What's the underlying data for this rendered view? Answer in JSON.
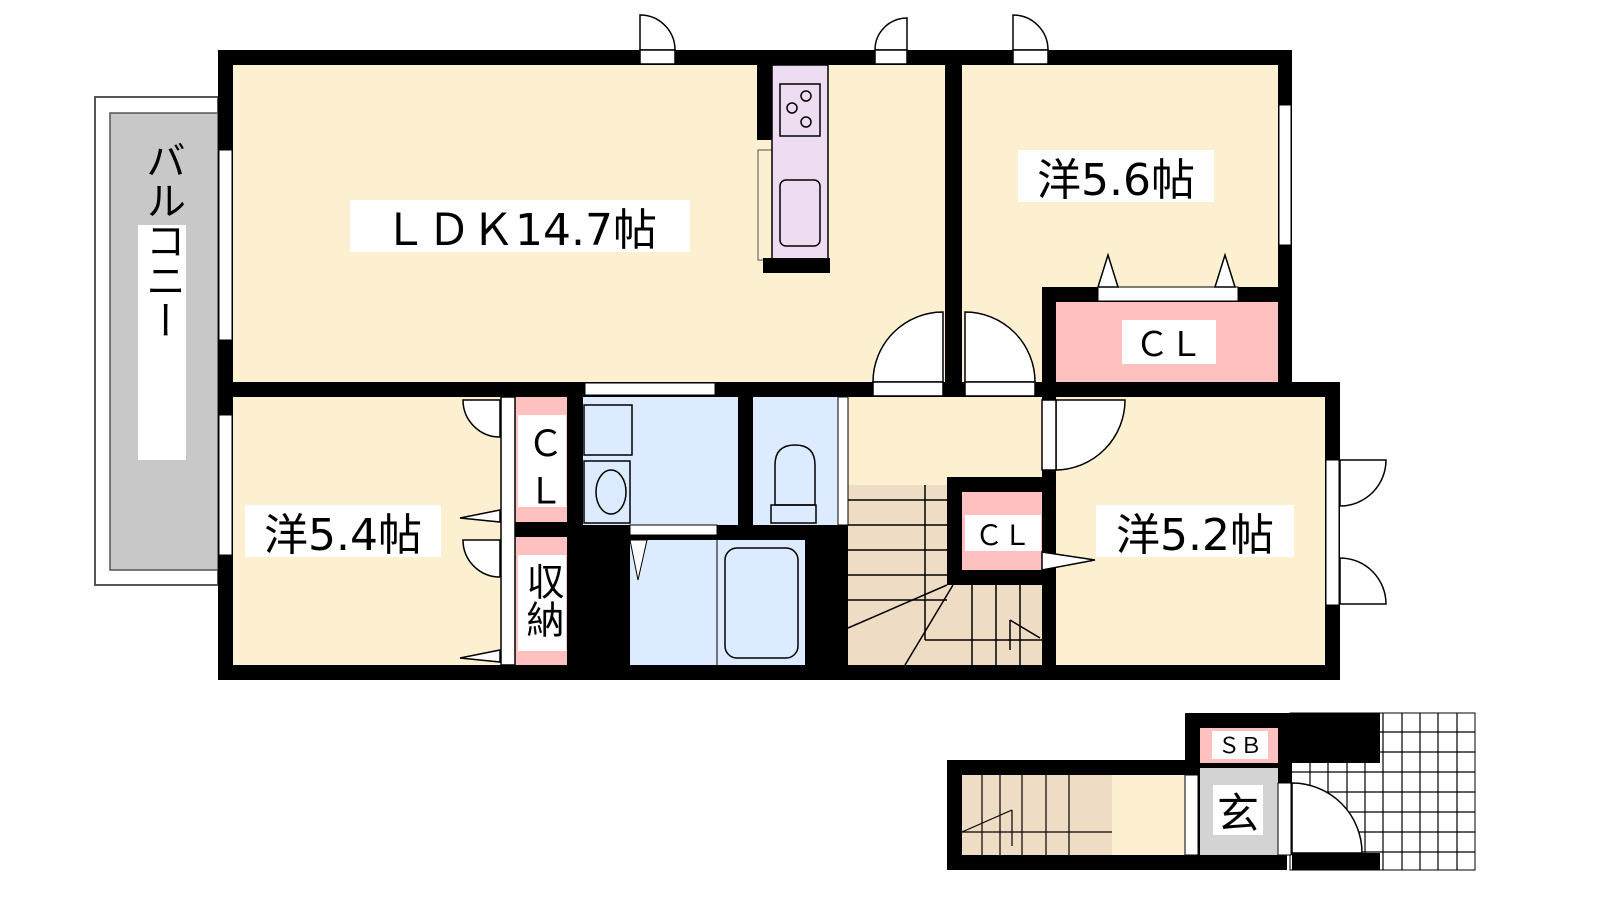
{
  "floorplan": {
    "rooms": {
      "ldk": "ＬＤＫ14.7帖",
      "western_56": "洋5.6帖",
      "western_54": "洋5.4帖",
      "western_52": "洋5.2帖",
      "balcony": "バルコニー",
      "closet_top": "ＣＬ",
      "closet_left": "Ｃ Ｌ",
      "closet_middle": "ＣＬ",
      "storage": "収納",
      "shoe_box": "ＳＢ",
      "entrance": "玄"
    },
    "colors": {
      "room": "#FDF0D0",
      "closet": "#FFC0C0",
      "wet_area": "#DCEBFF",
      "stairs": "#EEDDC4",
      "balcony": "#C8C8C8",
      "entrance": "#D3D3D3",
      "kitchen": "#EEDDF2",
      "wall": "#000000"
    }
  }
}
